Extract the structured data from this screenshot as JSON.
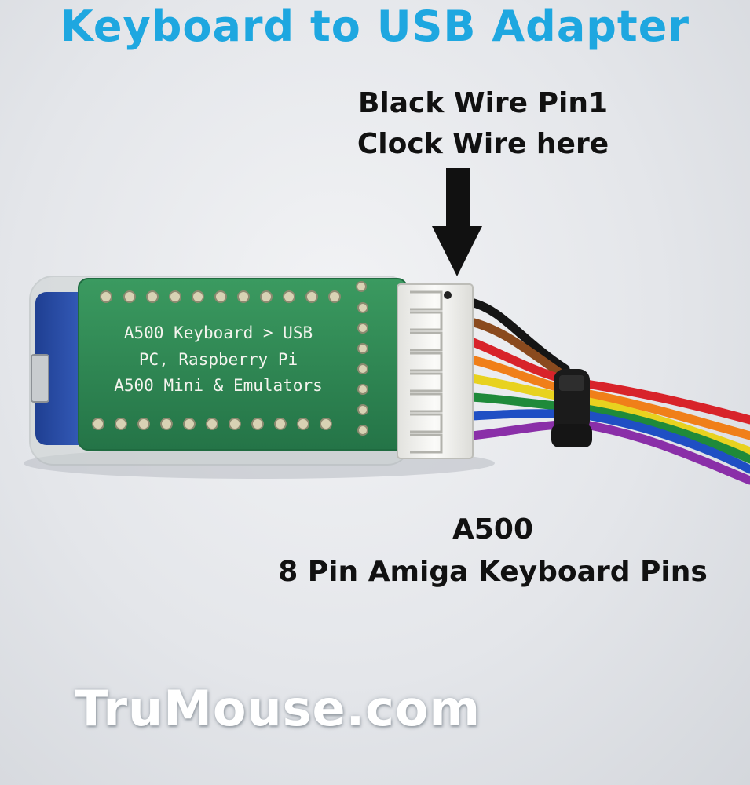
{
  "title": "Keyboard to USB Adapter",
  "callout_top": [
    "Black Wire Pin1",
    "Clock Wire here"
  ],
  "board_text": [
    "A500 Keyboard > USB",
    "PC, Raspberry Pi",
    "A500 Mini & Emulators"
  ],
  "callout_bottom": [
    "A500",
    "8 Pin Amiga Keyboard Pins"
  ],
  "brand": "TruMouse.com",
  "colors": {
    "title": "#1ea7e0",
    "pcb": "#2e8a52",
    "connector": "#f1f1ee",
    "wires": [
      "#151515",
      "#8a4a1e",
      "#d8232a",
      "#f07f19",
      "#e8d21f",
      "#1f8a3a",
      "#1f4fc4",
      "#8a2fa8"
    ]
  }
}
